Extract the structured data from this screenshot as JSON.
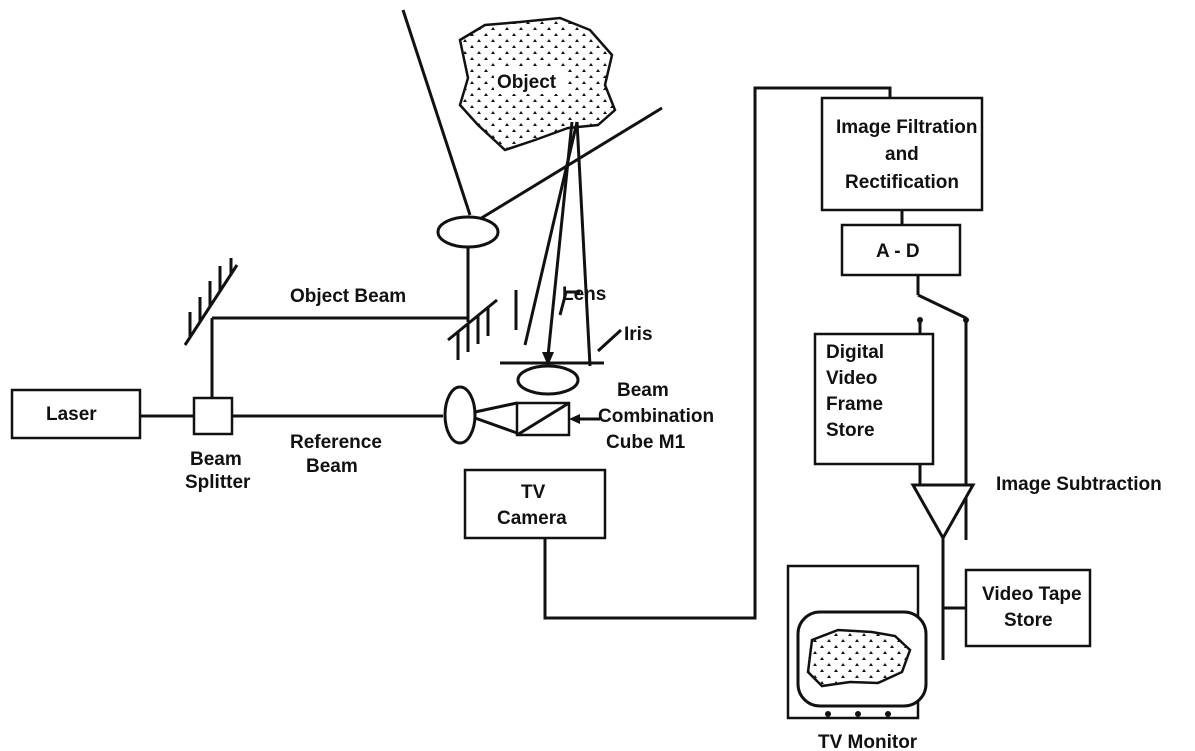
{
  "labels": {
    "object": "Object",
    "object_beam": "Object Beam",
    "lens": "Lens",
    "iris": "Iris",
    "laser": "Laser",
    "beam_splitter_line1": "Beam",
    "beam_splitter_line2": "Splitter",
    "reference_beam_line1": "Reference",
    "reference_beam_line2": "Beam",
    "beam_combination_line1": "Beam",
    "beam_combination_line2": "Combination",
    "beam_combination_line3": "Cube M1",
    "tv_camera_line1": "TV",
    "tv_camera_line2": "Camera",
    "image_filtration_line1": "Image Filtration",
    "image_filtration_line2": "and",
    "image_filtration_line3": "Rectification",
    "a_d": "A - D",
    "frame_store_line1": "Digital",
    "frame_store_line2": "Video",
    "frame_store_line3": "Frame",
    "frame_store_line4": "Store",
    "image_subtraction": "Image Subtraction",
    "video_tape_line1": "Video Tape",
    "video_tape_line2": "Store",
    "tv_monitor": "TV Monitor"
  },
  "colors": {
    "stroke": "#111111",
    "background": "#ffffff"
  }
}
